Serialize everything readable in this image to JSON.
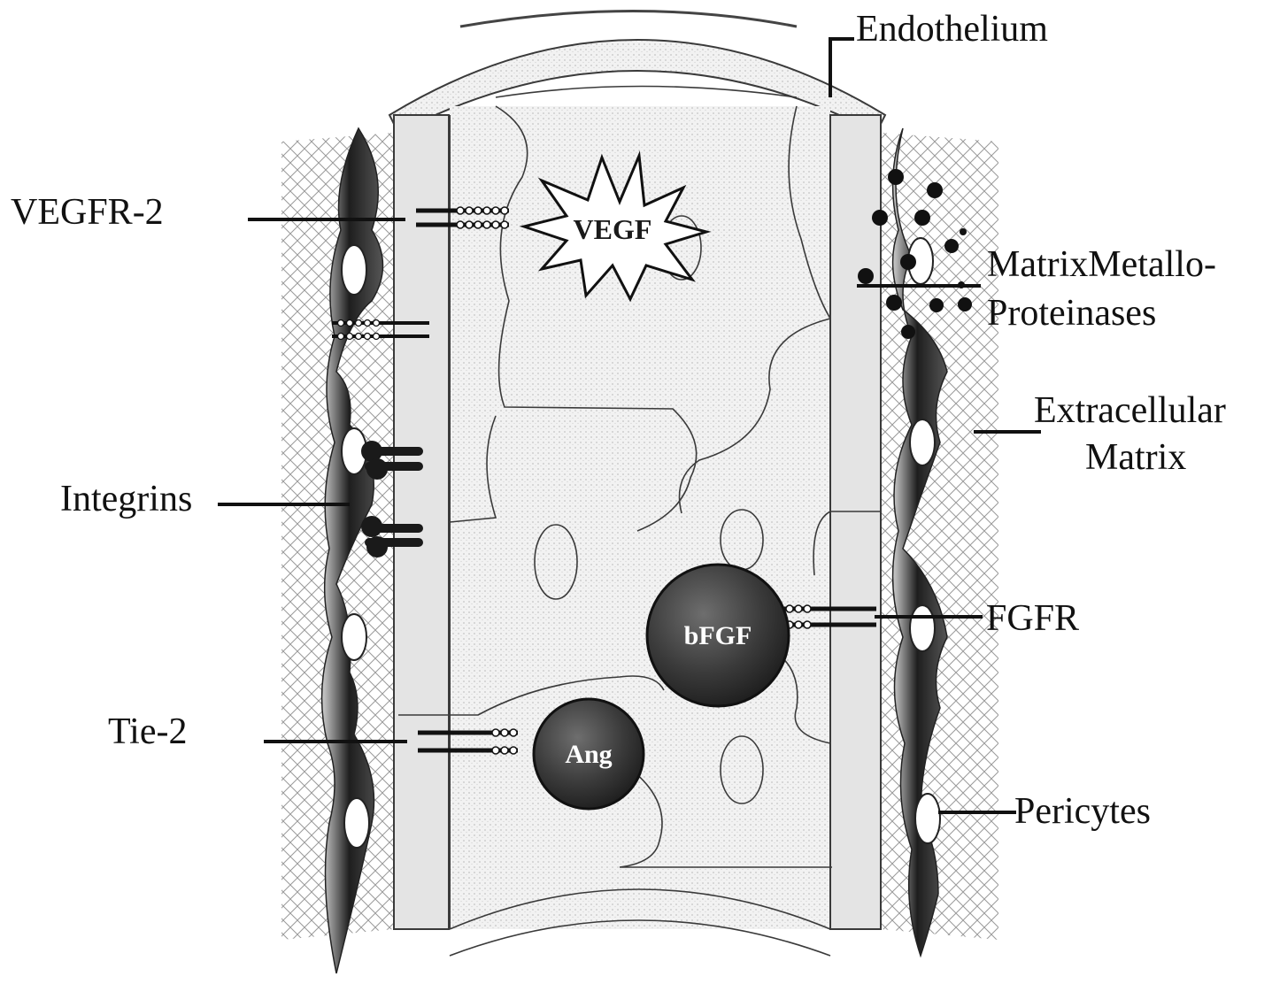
{
  "labels": {
    "endothelium": "Endothelium",
    "vegfr2": "VEGFR-2",
    "mmp_line1": "MatrixMetallo-",
    "mmp_line2": "Proteinases",
    "ecm_line1": "Extracellular",
    "ecm_line2": "Matrix",
    "integrins": "Integrins",
    "fgfr": "FGFR",
    "tie2": "Tie-2",
    "pericytes": "Pericytes"
  },
  "molecules": {
    "vegf": "VEGF",
    "bfgf": "bFGF",
    "ang": "Ang"
  }
}
